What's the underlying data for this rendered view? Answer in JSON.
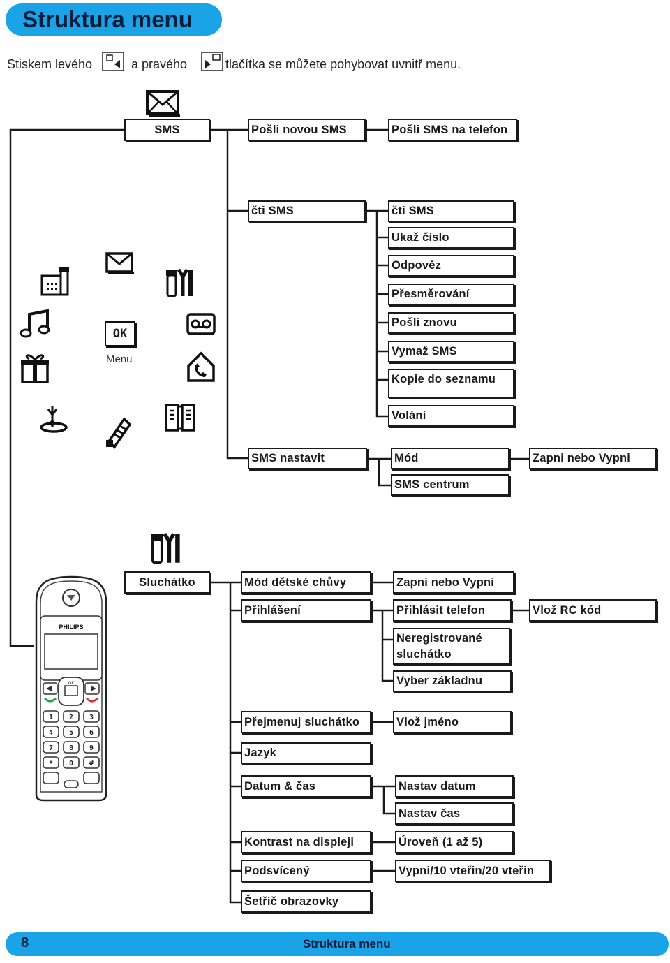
{
  "header": {
    "title": "Struktura menu"
  },
  "intro": {
    "text_before": "Stiskem levého",
    "text_middle": "a pravého",
    "text_after": "tlačítka se můžete pohybovat uvnitř menu."
  },
  "menu_center": {
    "ok_label": "OK",
    "menu_label": "Menu"
  },
  "sms_tree": {
    "root": "SMS",
    "send_new": "Pošli novou SMS",
    "send_to_phone": "Pošli SMS na telefon",
    "read": "čti SMS",
    "read_options": [
      "čti SMS",
      "Ukaž číslo",
      "Odpověz",
      "Přesměrování",
      "Pošli znovu",
      "Vymaž SMS",
      "Kopie do seznamu",
      "Volání"
    ],
    "settings": "SMS nastavit",
    "mode": "Mód",
    "mode_value": "Zapni nebo Vypni",
    "center": "SMS centrum"
  },
  "handset_tree": {
    "root": "Sluchátko",
    "baby_mode": "Mód dětské chůvy",
    "baby_mode_value": "Zapni nebo Vypni",
    "login": "Přihlášení",
    "login_phone": "Přihlásit telefon",
    "rc_code": "Vlož RC kód",
    "unregistered": "Neregistrované sluchátko",
    "choose_base": "Vyber základnu",
    "rename": "Přejmenuj sluchátko",
    "enter_name": "Vlož jméno",
    "language": "Jazyk",
    "date_time": "Datum & čas",
    "set_date": "Nastav datum",
    "set_time": "Nastav čas",
    "contrast": "Kontrast na displeji",
    "level": "Úroveň (1 až 5)",
    "backlight": "Podsvícený",
    "backlight_value": "Vypni/10 vteřin/20 vteřin",
    "screensaver": "Šetřič obrazovky"
  },
  "phone": {
    "brand": "PHILIPS",
    "ok_key": "OK"
  },
  "footer": {
    "page_number": "8",
    "title": "Struktura menu"
  }
}
